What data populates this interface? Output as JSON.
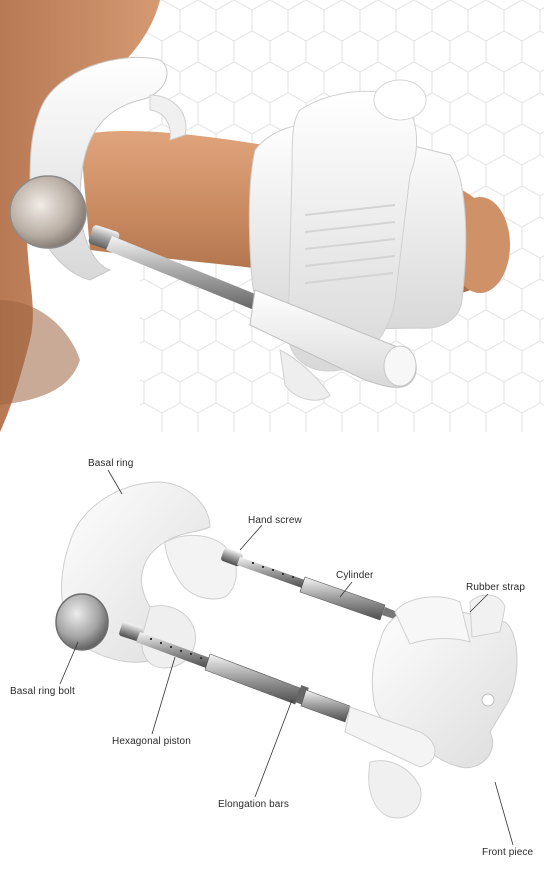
{
  "diagram": {
    "labels": {
      "basal_ring": "Basal ring",
      "hand_screw": "Hand screw",
      "cylinder": "Cylinder",
      "rubber_strap": "Rubber strap",
      "basal_ring_bolt": "Basal ring bolt",
      "hexagonal_piston": "Hexagonal piston",
      "elongation_bars": "Elongation bars",
      "front_piece": "Front piece"
    }
  }
}
